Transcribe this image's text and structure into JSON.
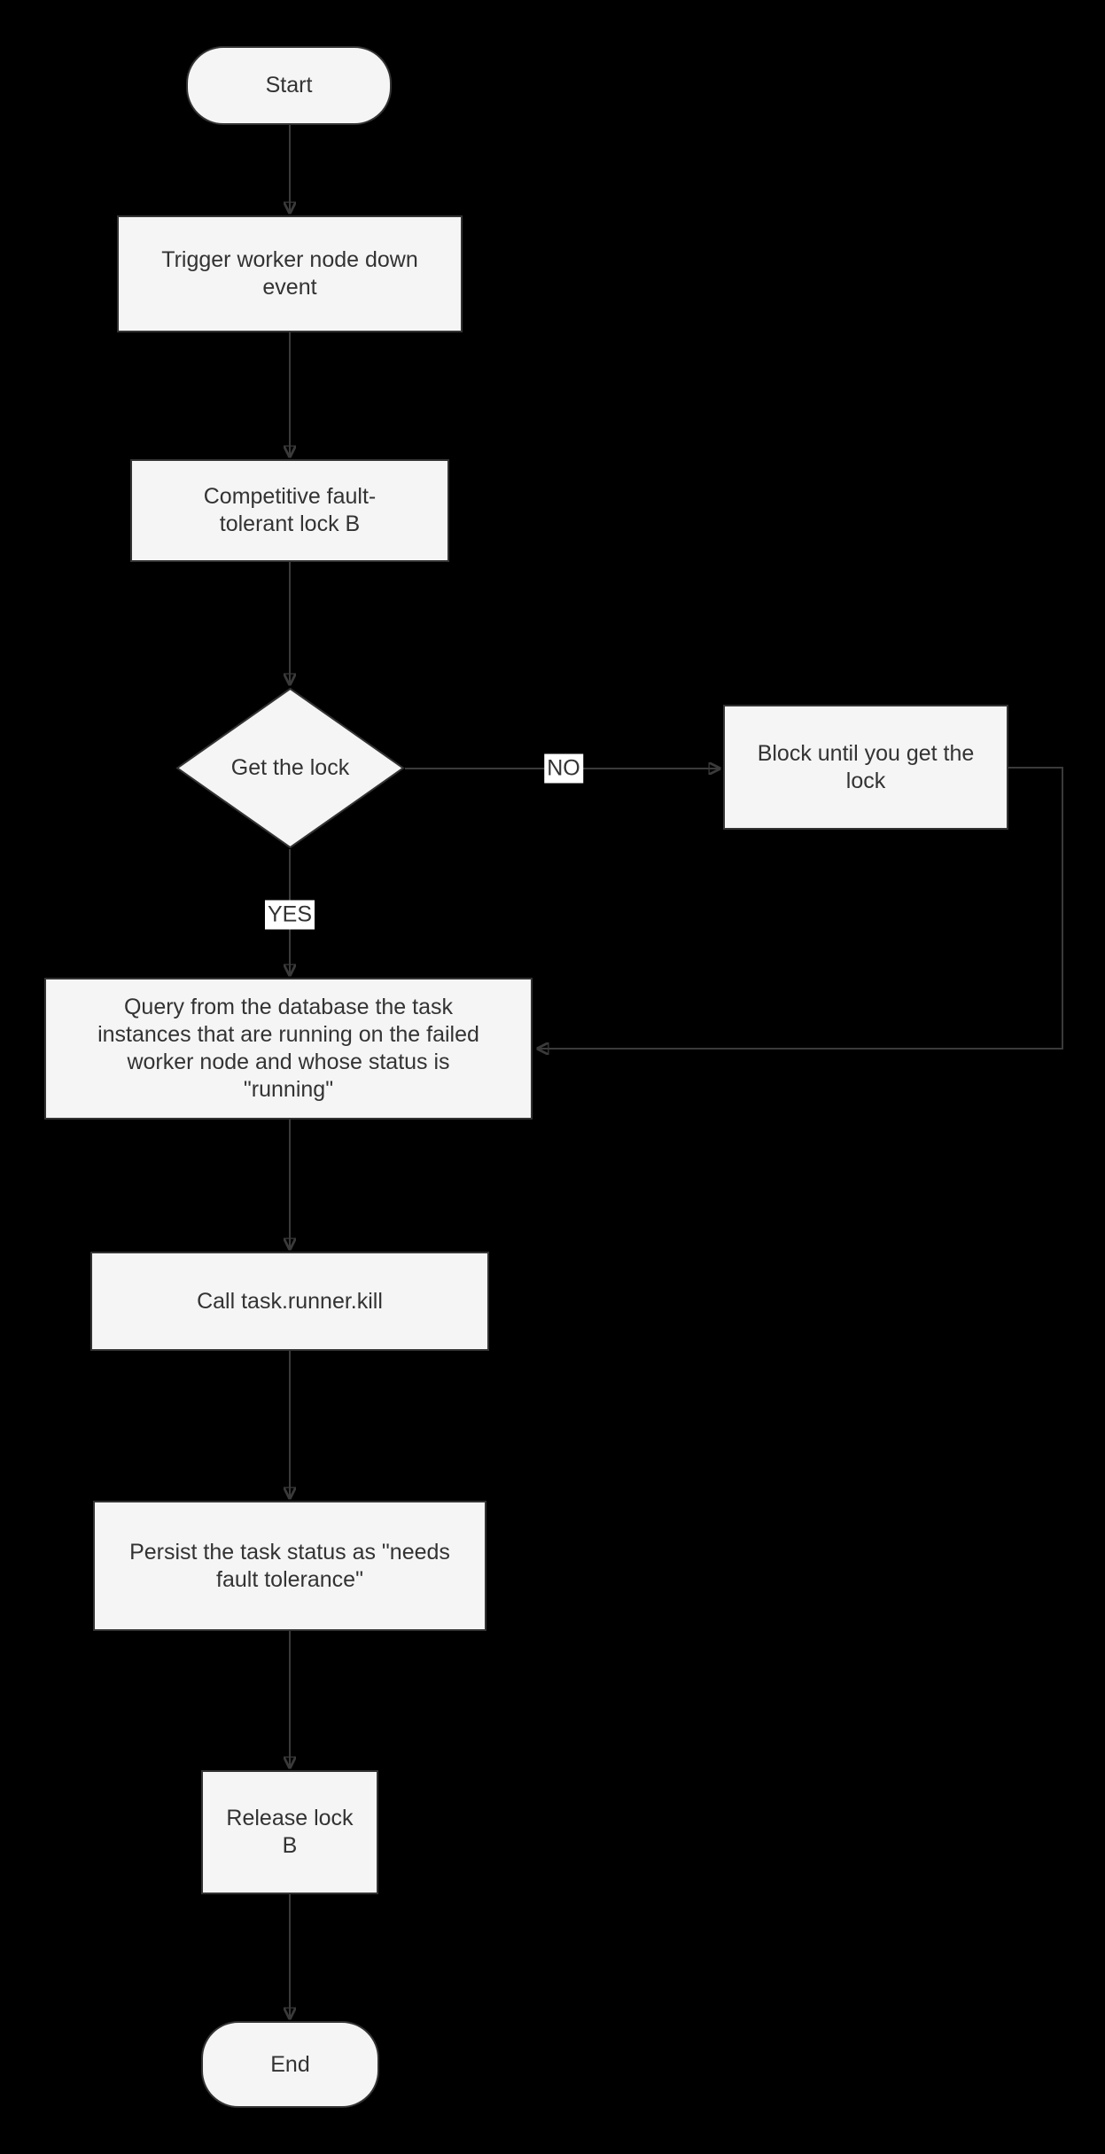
{
  "diagram": {
    "type": "flowchart",
    "background": "#000000",
    "colors": {
      "node_fill": "#f5f5f5",
      "node_border": "#333333",
      "text": "#333333",
      "edge_line": "#3a3a3a",
      "edge_label_bg": "#ffffff"
    },
    "nodes": [
      {
        "id": "start",
        "shape": "terminator",
        "label": "Start"
      },
      {
        "id": "trigger-worker-node-down",
        "shape": "process",
        "label": "Trigger worker node down event"
      },
      {
        "id": "competitive-lock",
        "shape": "process",
        "label": "Competitive fault-tolerant lock B"
      },
      {
        "id": "get-the-lock",
        "shape": "decision",
        "label": "Get the lock"
      },
      {
        "id": "block-until-lock",
        "shape": "process",
        "label": "Block until you get the lock"
      },
      {
        "id": "query-task-instances",
        "shape": "process",
        "label": "Query from the database the task instances that are running on the failed worker node and whose status is \"running\""
      },
      {
        "id": "call-task-runner-kill",
        "shape": "process",
        "label": "Call task.runner.kill"
      },
      {
        "id": "persist-task-status",
        "shape": "process",
        "label": "Persist the task status as \"needs fault tolerance\""
      },
      {
        "id": "release-lock-b",
        "shape": "process",
        "label": "Release lock B"
      },
      {
        "id": "end",
        "shape": "terminator",
        "label": "End"
      }
    ],
    "edges": [
      {
        "from": "start",
        "to": "trigger-worker-node-down",
        "label": ""
      },
      {
        "from": "trigger-worker-node-down",
        "to": "competitive-lock",
        "label": ""
      },
      {
        "from": "competitive-lock",
        "to": "get-the-lock",
        "label": ""
      },
      {
        "from": "get-the-lock",
        "to": "query-task-instances",
        "label": "YES"
      },
      {
        "from": "get-the-lock",
        "to": "block-until-lock",
        "label": "NO"
      },
      {
        "from": "block-until-lock",
        "to": "query-task-instances",
        "label": ""
      },
      {
        "from": "query-task-instances",
        "to": "call-task-runner-kill",
        "label": ""
      },
      {
        "from": "call-task-runner-kill",
        "to": "persist-task-status",
        "label": ""
      },
      {
        "from": "persist-task-status",
        "to": "release-lock-b",
        "label": ""
      },
      {
        "from": "release-lock-b",
        "to": "end",
        "label": ""
      }
    ]
  }
}
